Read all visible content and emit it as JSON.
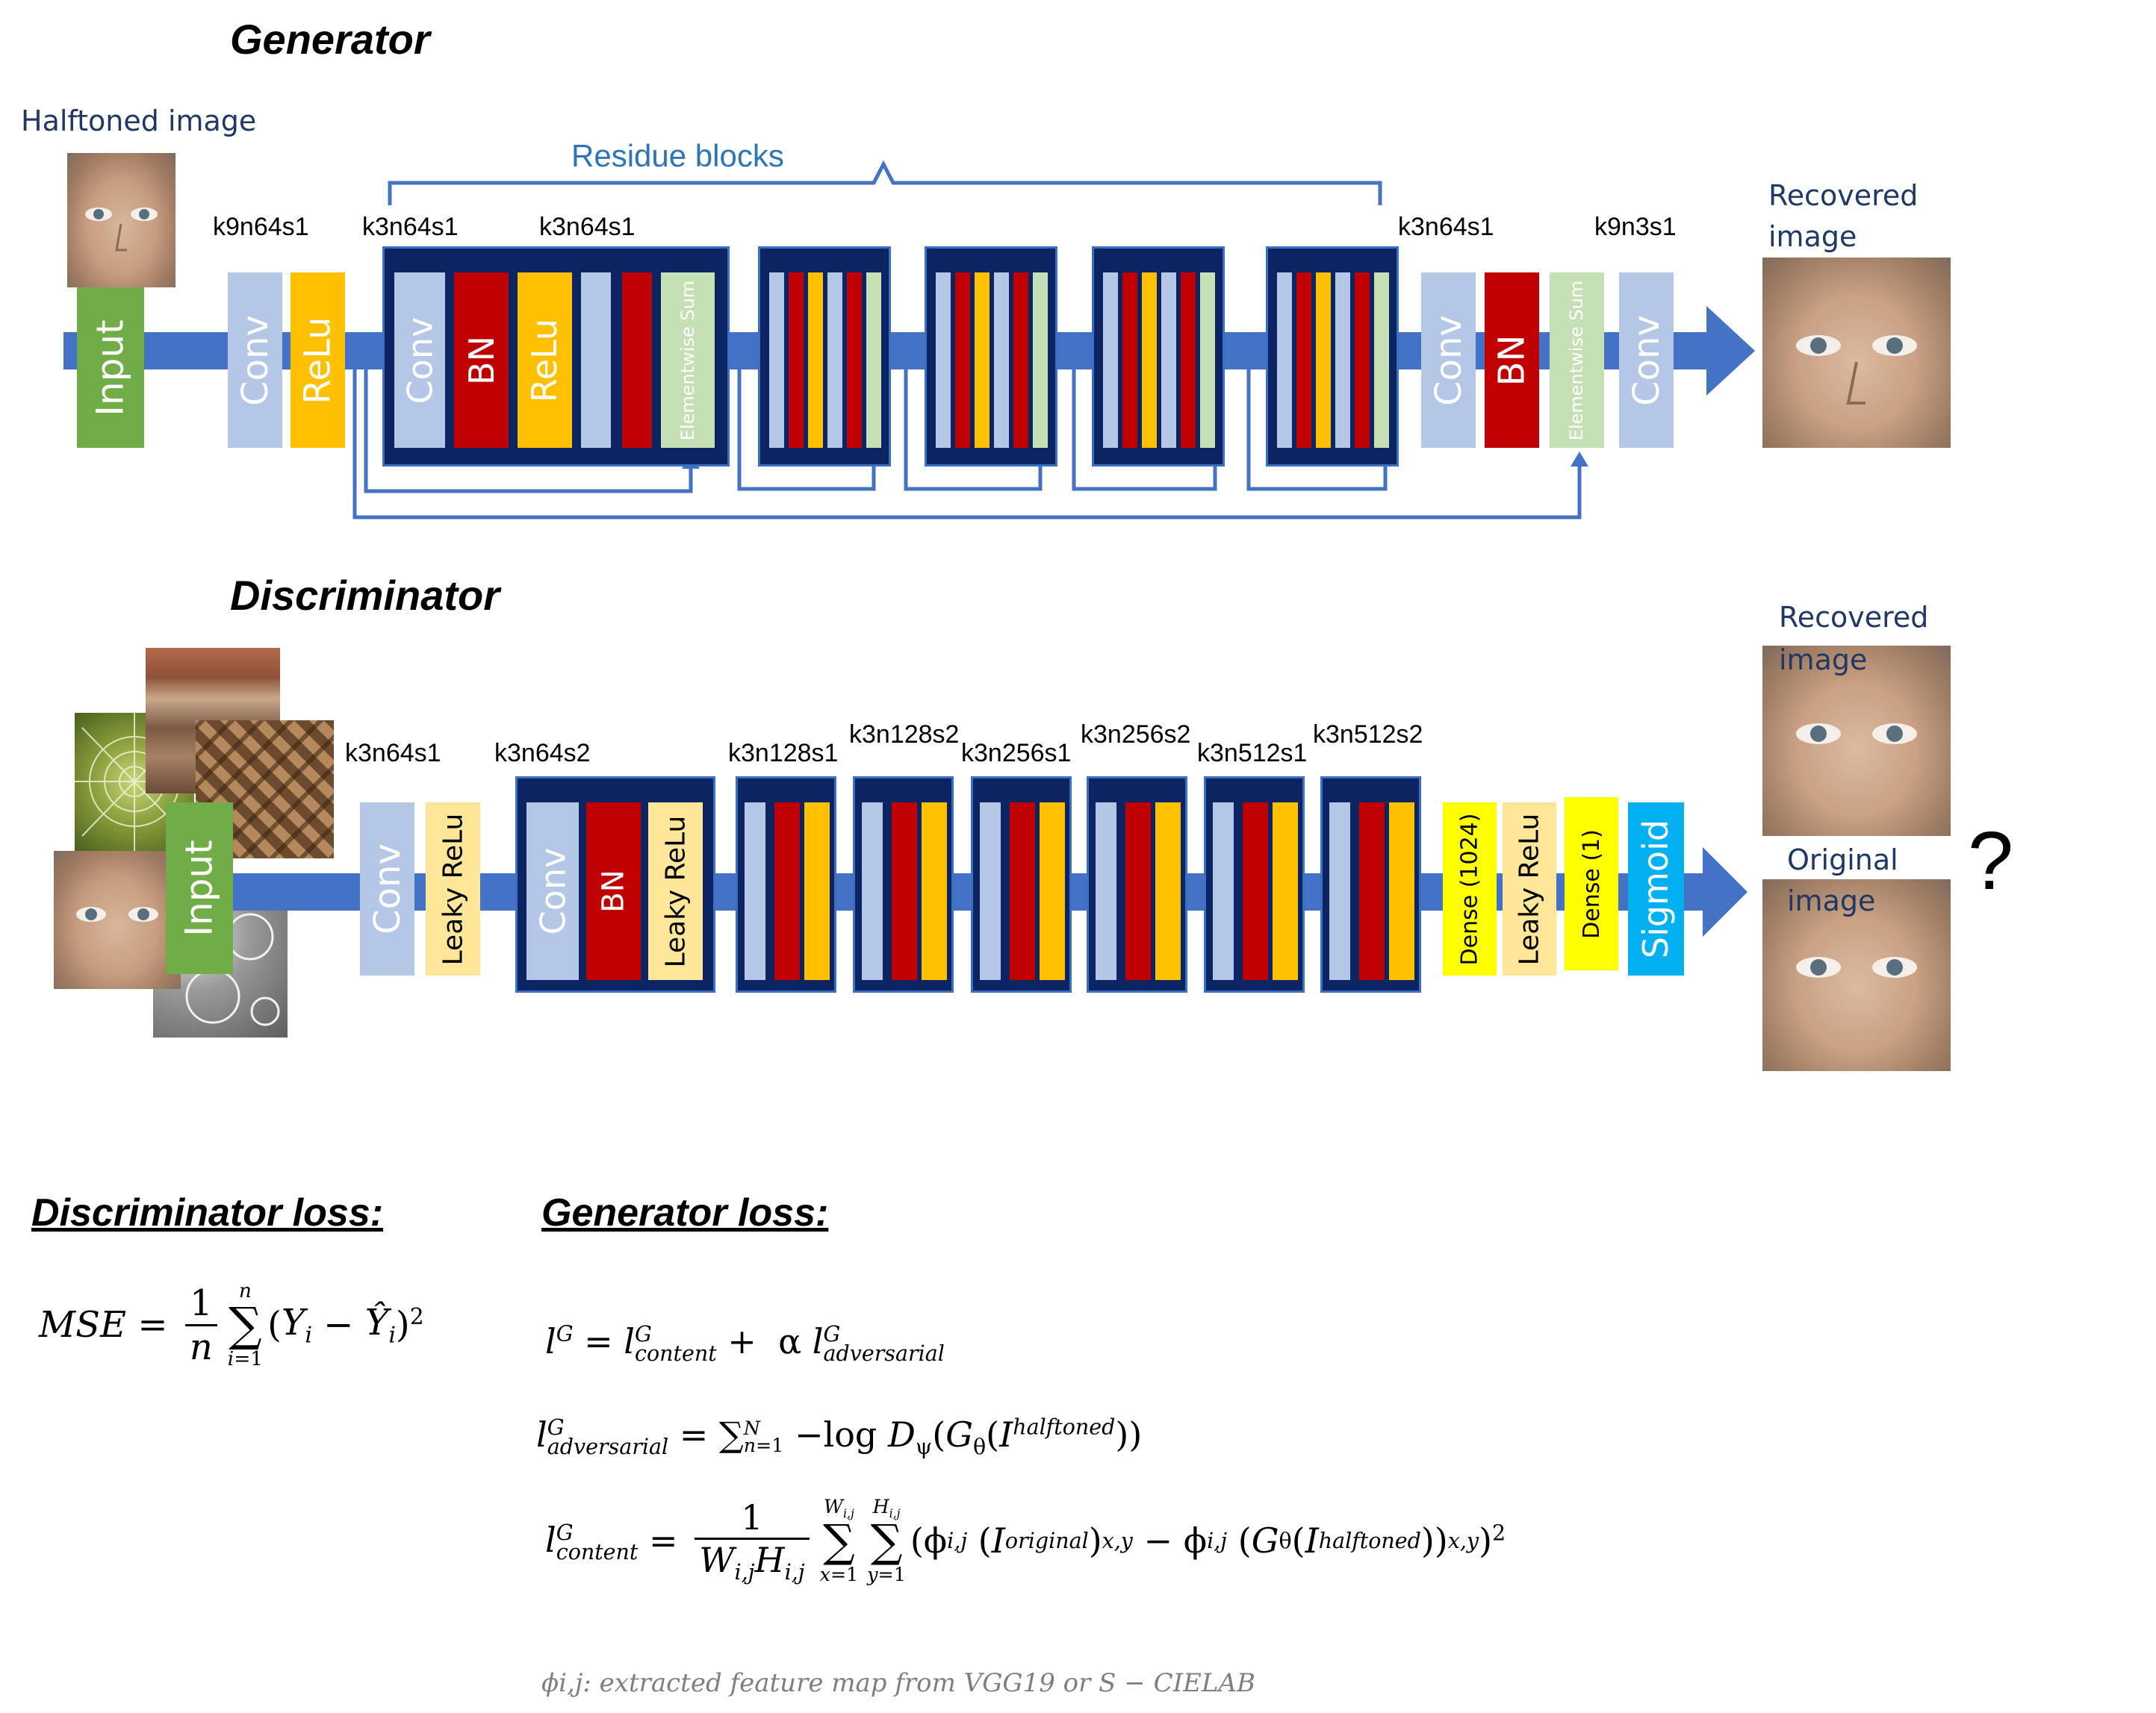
{
  "colors": {
    "arrow": "#4472c4",
    "input": "#70ad47",
    "conv": "#b4c7e7",
    "relu": "#ffc000",
    "bn": "#c00000",
    "sum": "#c5e0b4",
    "container": "#0c2461",
    "leaky": "#ffe699",
    "dense": "#ffff00",
    "sigmoid": "#00b0f0",
    "caption": "#1f3864",
    "bracket_label": "#2e75b6"
  },
  "generator": {
    "title": "Generator",
    "input_caption": "Halftoned image",
    "input_label": "Input",
    "residue_label": "Residue blocks",
    "output_caption_1": "Recovered",
    "output_caption_2": "image",
    "klabels": [
      "k9n64s1",
      "k3n64s1",
      "k3n64s1",
      "k3n64s1",
      "k9n3s1"
    ],
    "layers": {
      "conv1": "Conv",
      "relu1": "ReLu",
      "block_conv": "Conv",
      "block_bn": "BN",
      "block_relu": "ReLu",
      "block_sum": "Elementwise Sum",
      "post_conv": "Conv",
      "post_bn": "BN",
      "post_sum": "Elementwise Sum",
      "final_conv": "Conv"
    }
  },
  "discriminator": {
    "title": "Discriminator",
    "input_label": "Input",
    "klabels": [
      "k3n64s1",
      "k3n64s2",
      "k3n128s1",
      "k3n128s2",
      "k3n256s1",
      "k3n256s2",
      "k3n512s1",
      "k3n512s2"
    ],
    "layers": {
      "conv1": "Conv",
      "leaky1": "Leaky ReLu",
      "block_conv": "Conv",
      "block_bn": "BN",
      "block_leaky": "Leaky ReLu",
      "dense1": "Dense (1024)",
      "leaky2": "Leaky ReLu",
      "dense2": "Dense (1)",
      "sigmoid": "Sigmoid"
    },
    "recovered_caption_1": "Recovered",
    "recovered_caption_2": "image",
    "original_caption_1": "Original",
    "original_caption_2": "image",
    "question": "?"
  },
  "losses": {
    "discriminator_title": "Discriminator loss:",
    "generator_title": "Generator loss:",
    "note": "ϕi,j: extracted feature map from VGG19 or S − CIELAB"
  }
}
